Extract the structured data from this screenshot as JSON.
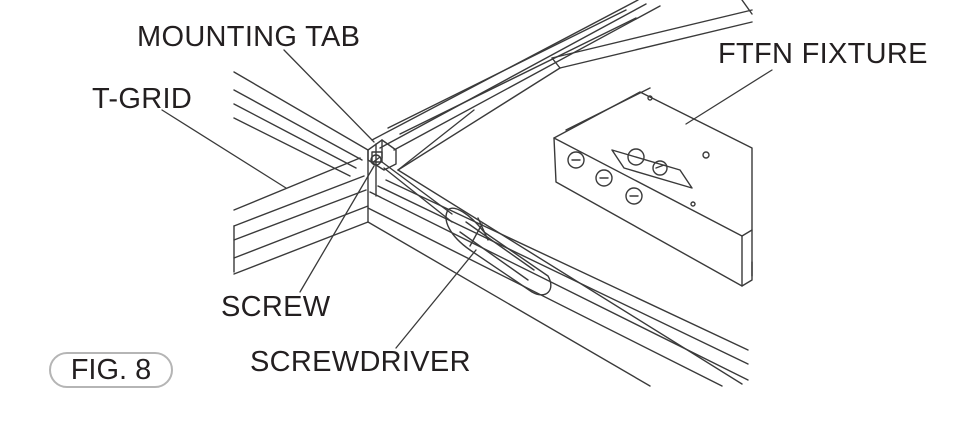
{
  "figure": {
    "badge": "FIG. 8"
  },
  "labels": {
    "mounting_tab": "MOUNTING TAB",
    "t_grid": "T-GRID",
    "fixture": "FTFN FIXTURE",
    "screw": "SCREW",
    "screwdriver": "SCREWDRIVER"
  },
  "colors": {
    "ink": "#231f20",
    "line": "#3a3a3a",
    "badge_border": "#b5b5b5"
  }
}
